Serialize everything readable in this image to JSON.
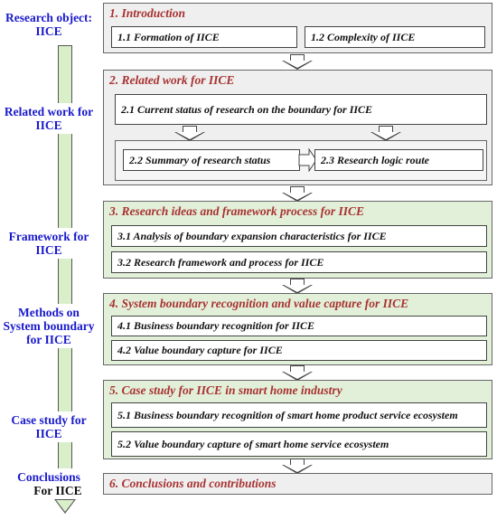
{
  "left_labels": {
    "research_object": "Research object: IICE",
    "related_work": "Related work for IICE",
    "framework": "Framework for IICE",
    "methods": "Methods on System boundary for IICE",
    "case_study": "Case study for IICE",
    "conclusions_line1": "Conclusions",
    "conclusions_line2": "For IICE"
  },
  "sections": {
    "s1": {
      "title": "1. Introduction",
      "items": [
        "1.1 Formation of IICE",
        "1.2 Complexity of IICE"
      ]
    },
    "s2": {
      "title": "2. Related work for IICE",
      "items": [
        "2.1 Current status of research on the boundary for IICE",
        "2.2 Summary of research status",
        "2.3 Research logic route"
      ]
    },
    "s3": {
      "title": "3. Research ideas and framework process for IICE",
      "items": [
        "3.1 Analysis of boundary expansion characteristics for IICE",
        "3.2 Research framework and process for IICE"
      ]
    },
    "s4": {
      "title": "4. System boundary recognition and value capture for IICE",
      "items": [
        "4.1 Business boundary recognition for IICE",
        "4.2 Value boundary capture for IICE"
      ]
    },
    "s5": {
      "title": "5. Case study for IICE in smart home industry",
      "items": [
        "5.1 Business boundary recognition of smart home product service ecosystem",
        "5.2 Value boundary capture of smart home service ecosystem"
      ]
    },
    "s6": {
      "title": "6. Conclusions and contributions"
    }
  },
  "colors": {
    "left_label": "#1a1acc",
    "section_title": "#a83232",
    "green_fill": "#e2f0d9",
    "gray_fill": "#efefef"
  }
}
